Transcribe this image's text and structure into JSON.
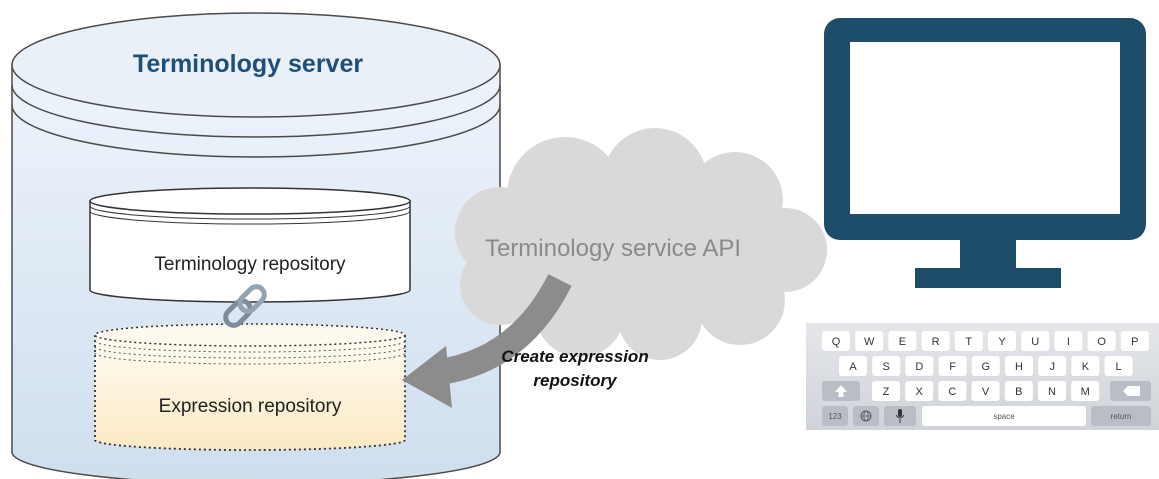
{
  "server": {
    "title": "Terminology server"
  },
  "terminology_repository": {
    "label": "Terminology repository"
  },
  "expression_repository": {
    "label": "Expression repository"
  },
  "api": {
    "label": "Terminology service API"
  },
  "arrow": {
    "line1": "Create expression",
    "line2": "repository"
  },
  "keyboard": {
    "row1": [
      "Q",
      "W",
      "E",
      "R",
      "T",
      "Y",
      "U",
      "I",
      "O",
      "P"
    ],
    "row2": [
      "A",
      "S",
      "D",
      "F",
      "G",
      "H",
      "J",
      "K",
      "L"
    ],
    "row3": [
      "Z",
      "X",
      "C",
      "V",
      "B",
      "N",
      "M"
    ],
    "numbers_key": "123",
    "space_key": "space",
    "return_key": "return"
  },
  "colors": {
    "server_fill": "#dde8f4",
    "server_title": "#1f4e79",
    "expression_fill": "#fdf3d8",
    "cloud": "#d9d9d9",
    "api_text": "#8a8a8a",
    "arrow": "#8c8c8c",
    "monitor": "#1e4d6b"
  },
  "icons": {
    "link": "chain-link-icon",
    "globe": "globe-icon",
    "mic": "microphone-icon",
    "shift": "shift-icon",
    "backspace": "backspace-icon"
  }
}
